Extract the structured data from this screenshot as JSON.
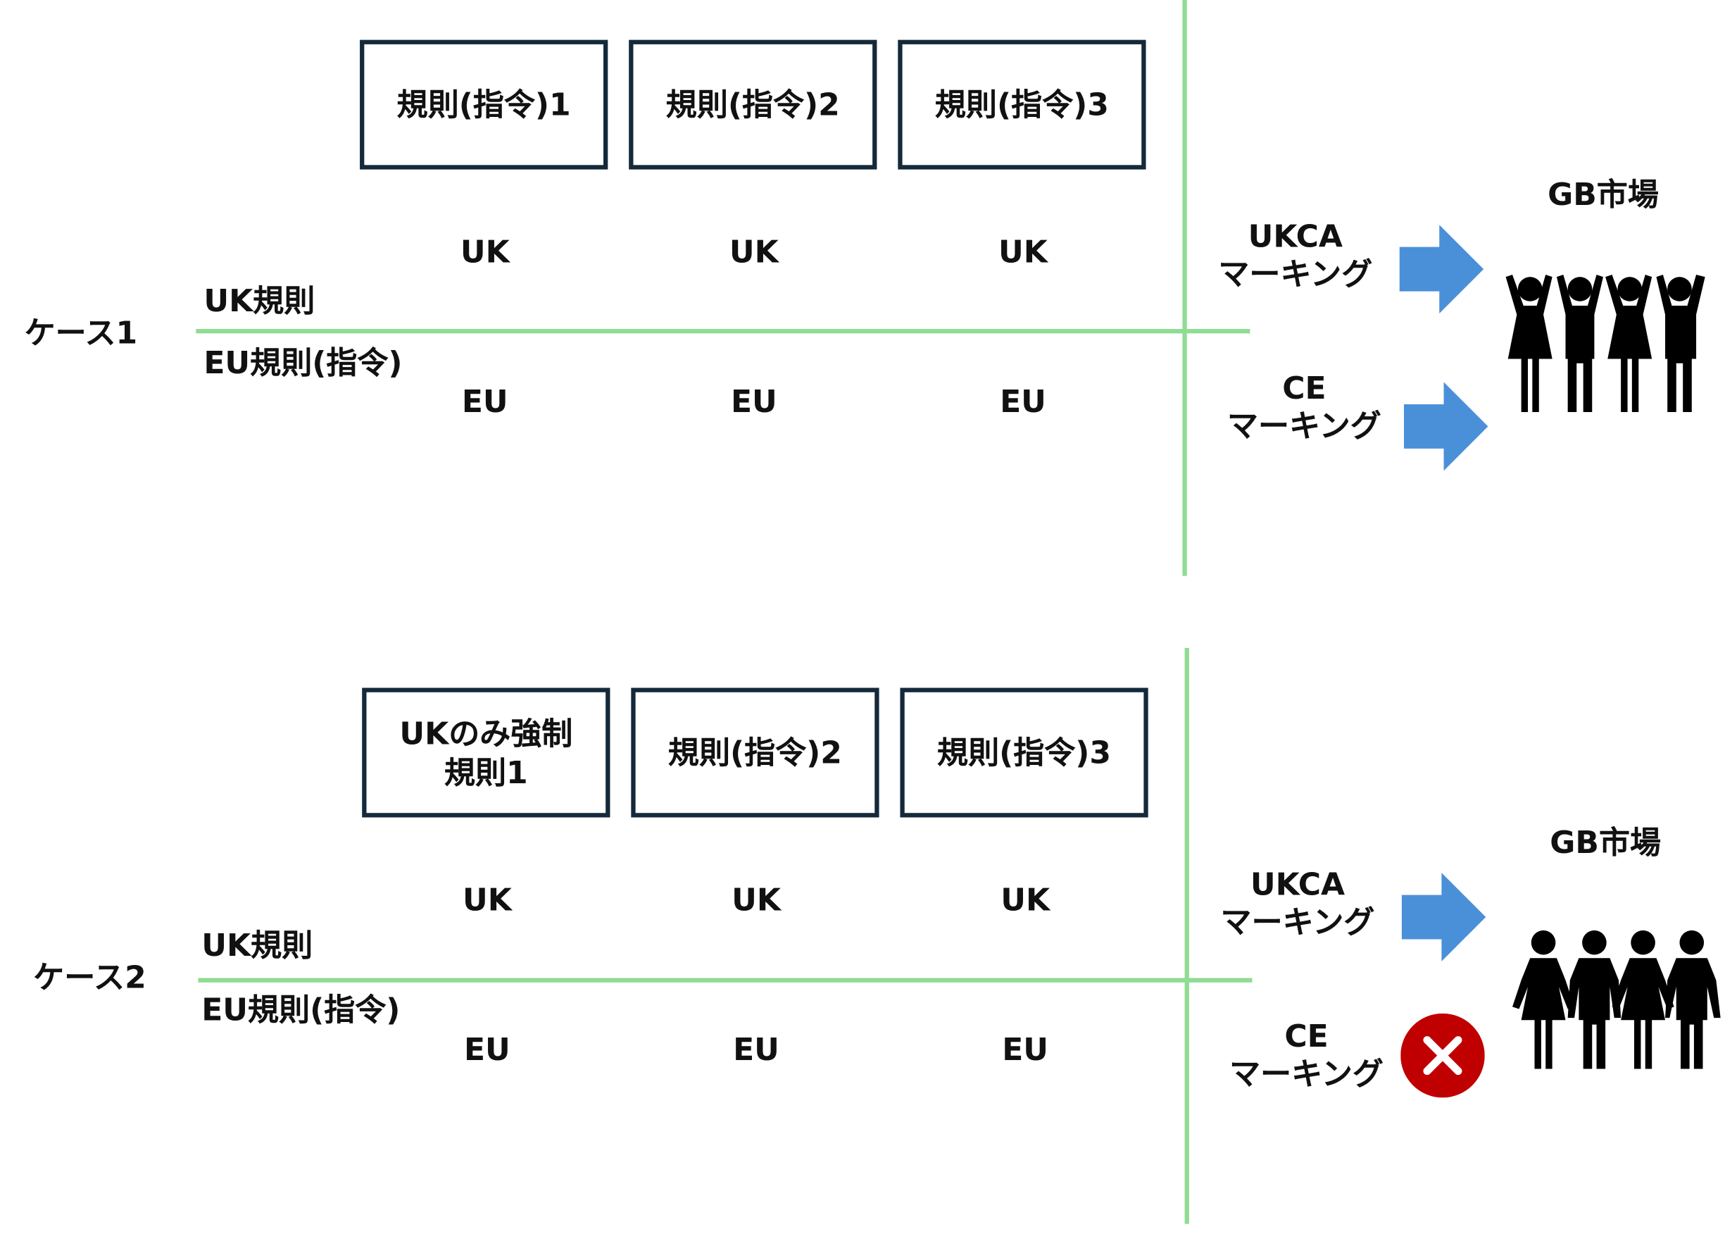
{
  "case1": {
    "label": "ケース1",
    "boxes": [
      "規則(指令)1",
      "規則(指令)2",
      "規則(指令)3"
    ],
    "uk_marks": [
      "UK",
      "UK",
      "UK"
    ],
    "eu_marks": [
      "EU",
      "EU",
      "EU"
    ],
    "uk_rule_label": "UK規則",
    "eu_rule_label": "EU規則(指令)",
    "ukca_label_1": "UKCA",
    "ukca_label_2": "マーキング",
    "ce_label_1": "CE",
    "ce_label_2": "マーキング",
    "market_label": "GB市場",
    "ce_status": "arrow-right-icon",
    "people_icon": "people-cheering-icon"
  },
  "case2": {
    "label": "ケース2",
    "boxes": [
      "UKのみ強制\n規則1",
      "規則(指令)2",
      "規則(指令)3"
    ],
    "uk_marks": [
      "UK",
      "UK",
      "UK"
    ],
    "eu_marks": [
      "EU",
      "EU",
      "EU"
    ],
    "uk_rule_label": "UK規則",
    "eu_rule_label": "EU規則(指令)",
    "ukca_label_1": "UKCA",
    "ukca_label_2": "マーキング",
    "ce_label_1": "CE",
    "ce_label_2": "マーキング",
    "market_label": "GB市場",
    "ce_status": "x-circle-icon",
    "people_icon": "people-standing-icon"
  },
  "colors": {
    "divider_line": "#8fdc93",
    "box_border": "#14293a",
    "arrow": "#4a90d9",
    "error_circle": "#c00000",
    "people": "#000000"
  }
}
